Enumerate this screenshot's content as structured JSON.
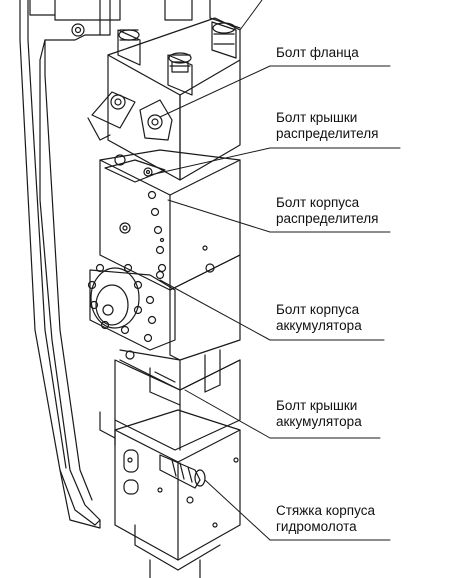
{
  "labels": {
    "flange_bolt": "Болт фланца",
    "distributor_cover_bolt": [
      "Болт крышки",
      "распределителя"
    ],
    "distributor_body_bolt": [
      "Болт корпуса",
      "распределителя"
    ],
    "accumulator_body_bolt": [
      "Болт корпуса",
      "аккумулятора"
    ],
    "accumulator_cover_bolt": [
      "Болт крышки",
      "аккумулятора"
    ],
    "hammer_body_tie_rod": [
      "Стяжка корпуса",
      "гидромолота"
    ]
  }
}
